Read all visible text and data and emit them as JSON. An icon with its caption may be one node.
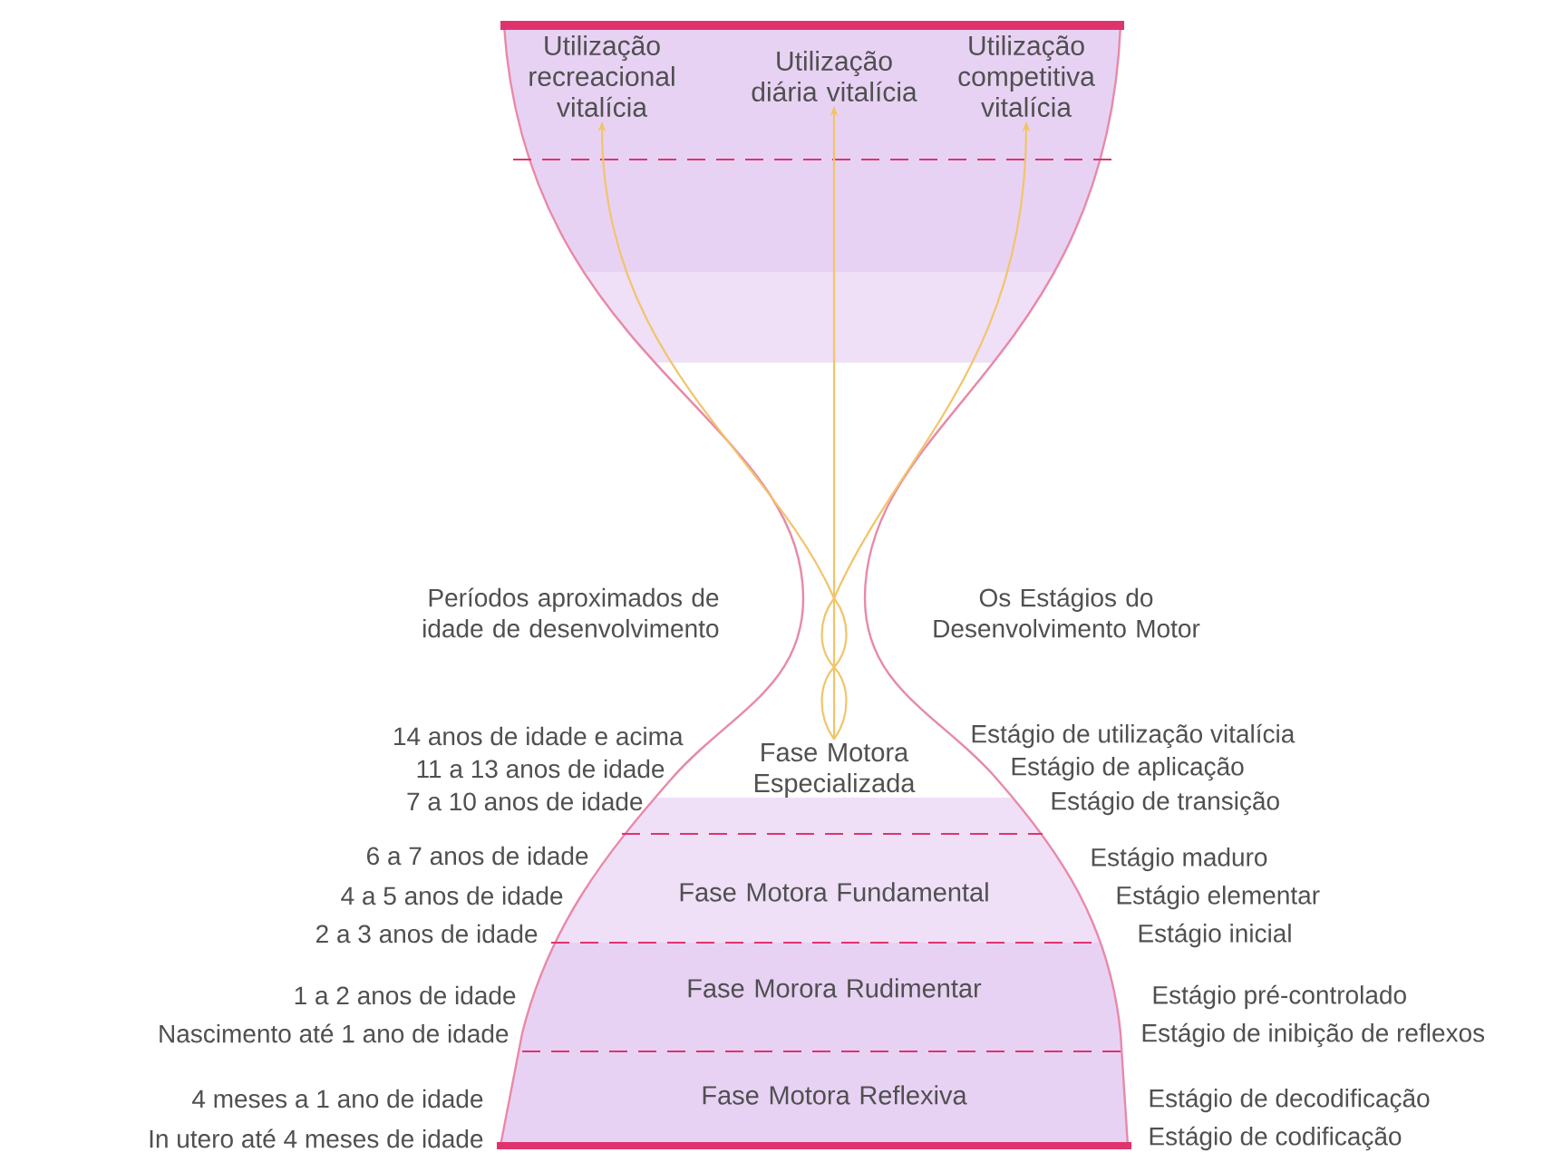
{
  "diagram": {
    "nodes": [
      {
        "text": [
          "Utilização recreacional vitalícia"
        ]
      },
      {
        "text": [
          "Utilização diária vitalícia"
        ]
      },
      {
        "text": [
          "Utilização competitiva vitalícia"
        ]
      },
      {
        "text": [
          "Fase Motora Especializada"
        ]
      },
      {
        "text": [
          "Fase Motora Fundamental"
        ]
      },
      {
        "text": [
          "Fase Morora Rudimentar"
        ]
      },
      {
        "text": [
          "Fase Motora Reflexiva"
        ]
      }
    ],
    "edges": [
      {
        "from": 3,
        "to": 0,
        "arrow": "to"
      },
      {
        "from": 3,
        "to": 1,
        "arrow": "to"
      },
      {
        "from": 3,
        "to": 2,
        "arrow": "to"
      }
    ],
    "labels": [
      "Períodos aproximados de idade de desenvolvimento",
      "Os Estágios do Desenvolvimento Motor",
      "14 anos de idade e acima",
      "Estágio de utilização vitalícia",
      "11 a 13 anos de idade",
      "Estágio de aplicação",
      "7 a 10 anos de idade",
      "Estágio de transição",
      "6 a 7 anos de idade",
      "Estágio maduro",
      "4 a 5 anos de idade",
      "Estágio elementar",
      "2 a 3 anos de idade",
      "Estágio inicial",
      "1 a 2 anos de idade",
      "Estágio pré-controlado",
      "Nascimento até 1 ano de idade",
      "Estágio de inibição de reflexos",
      "4 meses a 1 ano de idade",
      "Estágio de decodificação",
      "In utero até 4 meses de idade",
      "Estágio de codificação"
    ]
  }
}
